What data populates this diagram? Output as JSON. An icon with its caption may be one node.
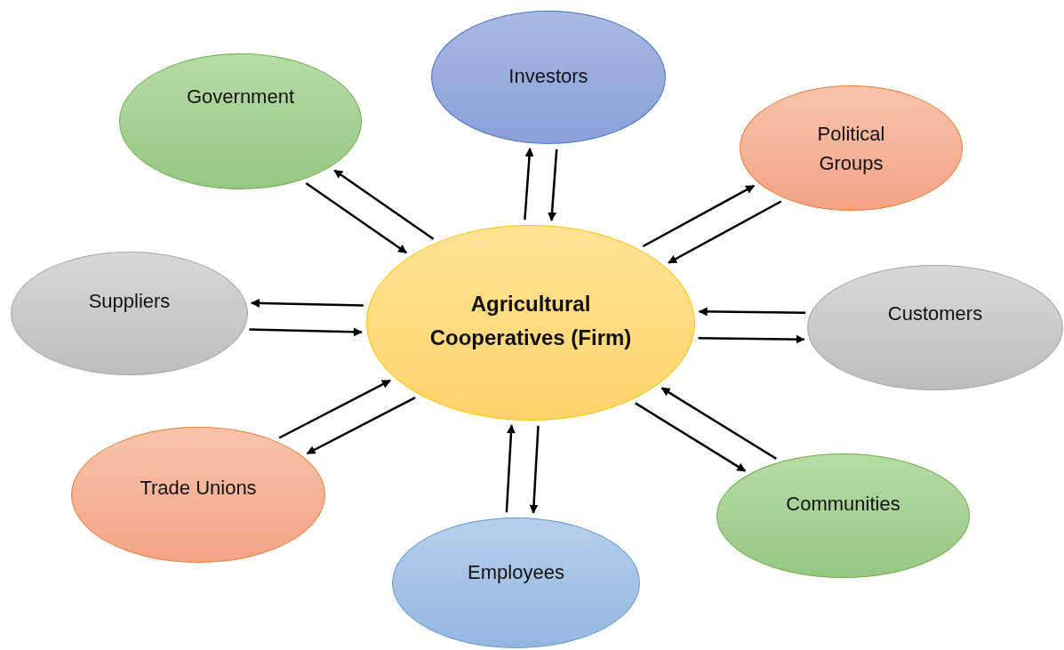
{
  "diagram": {
    "nodes": [
      {
        "text": [
          "Investors"
        ]
      },
      {
        "text": [
          "Government"
        ]
      },
      {
        "text": [
          "Political Groups"
        ]
      },
      {
        "text": [
          "Suppliers"
        ]
      },
      {
        "text": [
          "Agricultural Cooperatives (Firm)"
        ]
      },
      {
        "text": [
          "Customers"
        ]
      },
      {
        "text": [
          "Trade Unions"
        ]
      },
      {
        "text": [
          "Communities"
        ]
      },
      {
        "text": [
          "Employees"
        ]
      }
    ],
    "edges": [
      {
        "from": 0,
        "to": 4,
        "arrow": "to"
      },
      {
        "from": 4,
        "to": 0,
        "arrow": "to"
      },
      {
        "from": 1,
        "to": 4,
        "arrow": "to"
      },
      {
        "from": 4,
        "to": 1,
        "arrow": "to"
      },
      {
        "from": 4,
        "to": 2,
        "arrow": "to"
      },
      {
        "from": 2,
        "to": 4,
        "arrow": "to"
      },
      {
        "from": 3,
        "to": 4,
        "arrow": "to"
      },
      {
        "from": 4,
        "to": 3,
        "arrow": "to"
      },
      {
        "from": 5,
        "to": 4,
        "arrow": "to"
      },
      {
        "from": 4,
        "to": 5,
        "arrow": "to"
      },
      {
        "from": 6,
        "to": 4,
        "arrow": "to"
      },
      {
        "from": 4,
        "to": 6,
        "arrow": "to"
      },
      {
        "from": 7,
        "to": 4,
        "arrow": "to"
      },
      {
        "from": 4,
        "to": 7,
        "arrow": "to"
      },
      {
        "from": 8,
        "to": 4,
        "arrow": "to"
      },
      {
        "from": 4,
        "to": 8,
        "arrow": "to"
      }
    ]
  }
}
